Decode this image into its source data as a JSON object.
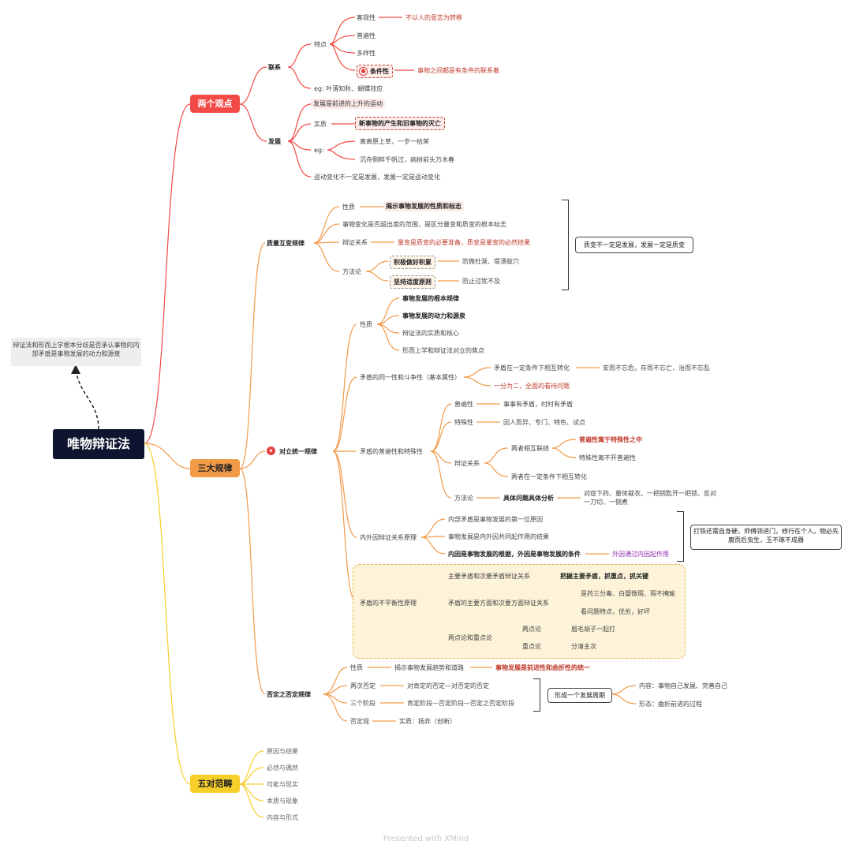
{
  "root": "唯物辩证法",
  "note": "辩证法和形而上学根本分歧是否承认事物的内部矛盾是事物发展的动力和源泉",
  "footer": "Presented with XMind",
  "colors": {
    "red": "#f24a46",
    "orange": "#f19a48",
    "yellow": "#f6cf2a",
    "root": "#0f1430"
  },
  "two_views": {
    "label": "两个观点",
    "link": {
      "label": "联系",
      "feature": "特点",
      "objective": "客观性",
      "objective_note": "不以人的意志为转移",
      "universal": "普遍性",
      "diverse": "多样性",
      "conditional": "条件性",
      "conditional_note": "事物之间都是有条件的联系着",
      "eg": "eg: 叶落知秋、蝴蝶效应"
    },
    "develop": {
      "label": "发展",
      "a": "发展是前进的上升的运动",
      "essence": "实质",
      "essence_note": "新事物的产生和旧事物的灭亡",
      "eg": "eg:",
      "eg1": "离离原上草，一岁一枯荣",
      "eg2": "沉舟侧畔千帆过，病树前头万木春",
      "b": "运动变化不一定是发展，发展一定是运动变化"
    }
  },
  "three_laws": {
    "label": "三大规律",
    "qc": {
      "label": "质量互变规律",
      "nature": "性质",
      "nature_note": "揭示事物发展的性质和标志",
      "measure": "事物变化是否超出度的范围，是区分量变和质变的根本标志",
      "dialectic": "辩证关系",
      "dialectic_note": "量变是质变的必要准备，质变是量变的必然结果",
      "method": "方法论",
      "m1": "积极做好积累",
      "m1_note": "防微杜渐、堤溃蚁穴",
      "m2": "坚持适度原则",
      "m2_note": "防止过犹不及",
      "side": "质变不一定是发展，发展一定是质变"
    },
    "unity": {
      "label": "对立统一规律",
      "nature": "性质",
      "n1": "事物发展的根本规律",
      "n2": "事物发展的动力和源泉",
      "n3": "辩证法的实质和核心",
      "n4": "形而上学和辩证法对立的焦点",
      "same": "矛盾的同一性和斗争性（基本属性）",
      "same1": "矛盾在一定条件下相互转化",
      "same1_note": "安而不忘危，存而不忘亡，治而不忘乱",
      "same2": "一分为二，全面的看待问题",
      "uni": "矛盾的普遍性和特殊性",
      "u1": "普遍性",
      "u1_note": "事事有矛盾，时时有矛盾",
      "u2": "特殊性",
      "u2_note": "因人而异、专门、特色、试点",
      "u3": "辩证关系",
      "u3a": "两者相互联结",
      "u3a1": "普遍性寓于特殊性之中",
      "u3a2": "特殊性离不开普遍性",
      "u3b": "两者在一定条件下相互转化",
      "u4": "方法论",
      "u4a": "具体问题具体分析",
      "u4a_note1": "对症下药、量体裁衣、一把钥匙开一把锁、反对",
      "u4a_note2": "一刀切、一锅煮",
      "inout": "内外因辩证关系原理",
      "io1": "内部矛盾是事物发展的第一位原因",
      "io2": "事物发展是内外因共同起作用的结果",
      "io3": "内因是事物发展的根据，外因是事物发展的条件",
      "io3_note": "外因通过内因起作用",
      "io_side": "打铁还需自身硬，师傅领进门，修行在个人。物必先腐而后虫生，玉不琢不成器",
      "uneven": "矛盾的不平衡性原理",
      "un1": "主要矛盾和次要矛盾辩证关系",
      "un1_note": "把握主要矛盾，抓重点，抓关键",
      "un2": "矛盾的主要方面和次要方面辩证关系",
      "un2a": "是药三分毒、白璧微瑕、瑕不掩瑜",
      "un2b": "看问题特点，优劣，好坏",
      "un3": "两点论和重点论",
      "un3a": "两点论",
      "un3a_note": "眉毛胡子一起打",
      "un3b": "重点论",
      "un3b_note": "分清主次"
    },
    "neg": {
      "label": "否定之否定规律",
      "nature": "性质",
      "nature_note": "揭示事物发展趋势和道路",
      "nature_note2": "事物发展是前进性和曲折性的统一",
      "twice": "两次否定",
      "twice_note": "对肯定的否定—对否定的否定",
      "three": "三个阶段",
      "three_note": "肯定阶段—否定阶段—否定之否定阶段",
      "cycle": "形成一个发展周期",
      "content": "内容：事物自己发展、完善自己",
      "form": "形态：曲折前进的过程",
      "view": "否定观",
      "view_note": "实质：扬弃（创新）"
    }
  },
  "five_pairs": {
    "label": "五对范畴",
    "items": [
      "原因与结果",
      "必然与偶然",
      "可能与现实",
      "本质与现象",
      "内容与形式"
    ]
  }
}
